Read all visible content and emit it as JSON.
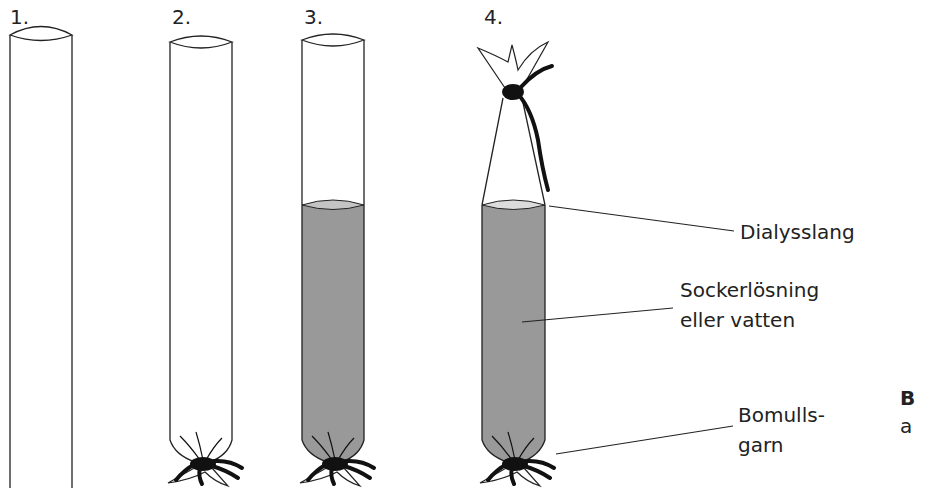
{
  "diagram": {
    "labels": [
      "1.",
      "2.",
      "3.",
      "4.",
      "Dialysslang",
      "Sockerlösning eller vatten",
      "Bomulls- garn",
      "B",
      "a"
    ]
  }
}
